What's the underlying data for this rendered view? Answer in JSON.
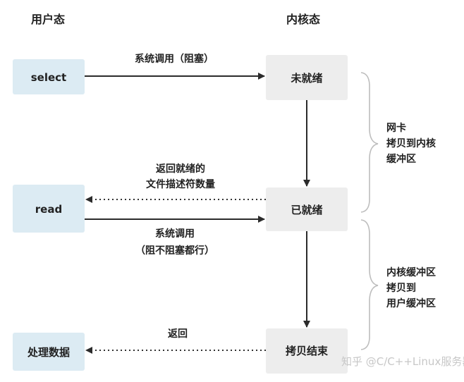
{
  "headers": {
    "user_space": "用户态",
    "kernel_space": "内核态"
  },
  "user_boxes": {
    "select": "select",
    "read": "read",
    "process": "处理数据"
  },
  "kernel_boxes": {
    "not_ready": "未就绪",
    "ready": "已就绪",
    "copy_done": "拷贝结束"
  },
  "edges": {
    "select_call": "系统调用（阻塞）",
    "return_ready_fds": [
      "返回就绪的",
      "文件描述符数量"
    ],
    "read_call": [
      "系统调用",
      "（阻不阻塞都行）"
    ],
    "return": "返回"
  },
  "side_notes": {
    "nic_copy": [
      "网卡",
      "拷贝到内核",
      "缓冲区"
    ],
    "kernel_copy": [
      "内核缓冲区",
      "拷贝到",
      "用户缓冲区"
    ]
  },
  "watermark": "知乎 @C/C++Linux服务器开发"
}
